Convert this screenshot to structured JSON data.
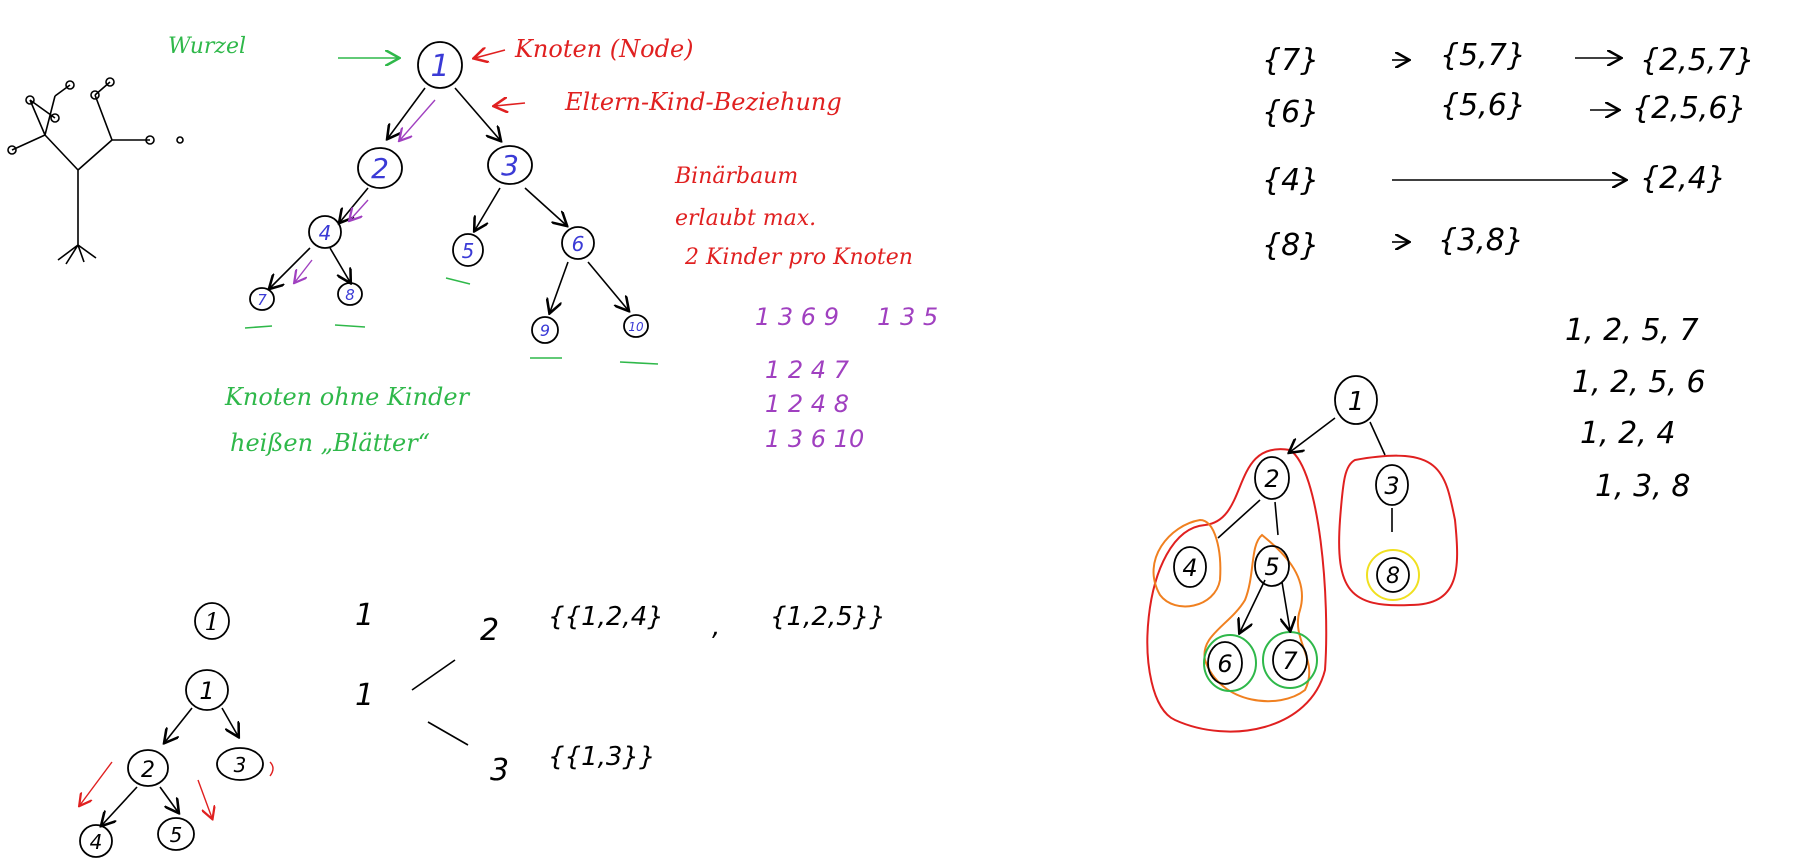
{
  "colors": {
    "black": "#000000",
    "blue": "#3a3ad6",
    "red": "#e02020",
    "green": "#2fb84a",
    "purple": "#a040c0",
    "orange": "#f08020",
    "yellow": "#f0e020"
  },
  "annotations": {
    "wurzel": "Wurzel",
    "knoten": "Knoten (Node)",
    "eltern_kind": "Eltern-Kind-Beziehung",
    "binaer_1": "Binärbaum",
    "binaer_2": "erlaubt max.",
    "binaer_3": "2 Kinder pro Knoten",
    "blaetter_1": "Knoten ohne Kinder",
    "blaetter_2": "heißen „Blätter“"
  },
  "main_tree": {
    "nodes": [
      "1",
      "2",
      "3",
      "4",
      "5",
      "6",
      "7",
      "8",
      "9",
      "10"
    ]
  },
  "paths_purple": [
    "1 3 6 9     1 3 5",
    "1 2 4 7",
    "1 2 4 8",
    "1 3 6 10"
  ],
  "small_tree": {
    "single": "1",
    "nodes": [
      "1",
      "2",
      "3",
      "4",
      "5"
    ]
  },
  "recursion": {
    "one_a": "1",
    "one_b": "1",
    "two": "2",
    "three": "3",
    "set_two_a": "{{1,2,4}",
    "set_two_sep": ",",
    "set_two_b": "{1,2,5}}",
    "set_three": "{{1,3}}"
  },
  "sets_table": [
    {
      "start": "{7}",
      "mid": "{5,7}",
      "end": "{2,5,7}"
    },
    {
      "start": "{6}",
      "mid": "{5,6}",
      "end": "{2,5,6}"
    },
    {
      "start": "{4}",
      "mid": "",
      "end": "{2,4}"
    },
    {
      "start": "{8}",
      "mid": "{3,8}",
      "end": ""
    }
  ],
  "right_tree": {
    "nodes": [
      "1",
      "2",
      "3",
      "4",
      "5",
      "6",
      "7",
      "8"
    ]
  },
  "right_paths": [
    "1, 2, 5, 7",
    "1, 2, 5, 6",
    "1, 2, 4",
    "1, 3, 8"
  ]
}
